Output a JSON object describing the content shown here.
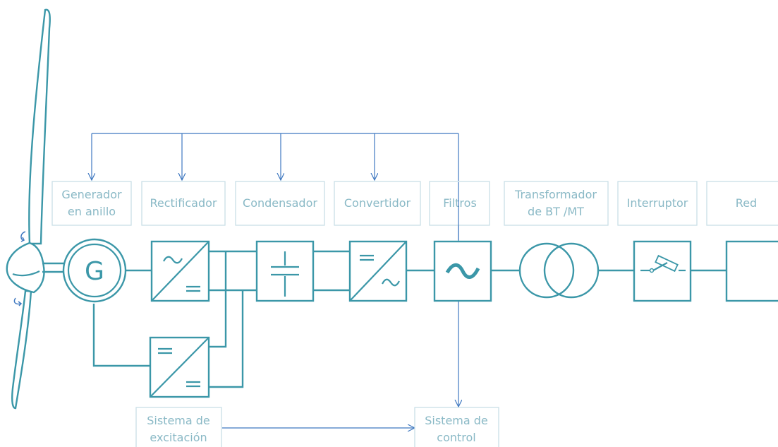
{
  "labels": {
    "generador": [
      "Generador",
      "en anillo"
    ],
    "rectificador": "Rectificador",
    "condensador": "Condensador",
    "convertidor": "Convertidor",
    "filtros": "Filtros",
    "transformador": [
      "Transformador",
      "de BT /MT"
    ],
    "interruptor": "Interruptor",
    "red": "Red",
    "excitacion": [
      "Sistema de",
      "excitación"
    ],
    "control": [
      "Sistema de",
      "control"
    ]
  },
  "symbols": {
    "generator_letter": "G",
    "ac_glyph": "~",
    "dc_glyph": "=="
  },
  "colors": {
    "power_line": "#3b97a8",
    "control_line": "#3f78c0",
    "label_text": "#8ab9c6",
    "label_border": "#c9dfe6"
  }
}
